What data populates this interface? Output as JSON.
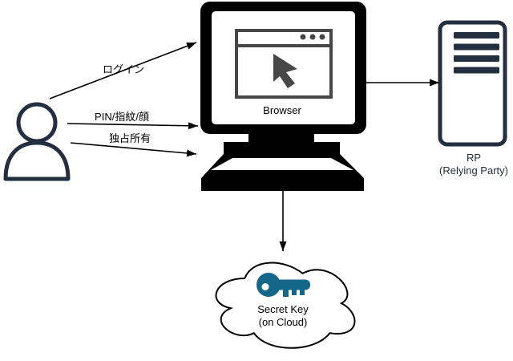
{
  "diagram": {
    "background": "#ffffff",
    "colors": {
      "background": "#ffffff",
      "icon_stroke": "#232F3E",
      "key_fill": "#15678A",
      "browser_glyph": "#474747",
      "monitor_fill": "#000000",
      "line": "#000000",
      "text": "#000000"
    },
    "nodes": {
      "user": {
        "icon": "person-icon"
      },
      "computer": {
        "icon": "monitor-with-browser-icon",
        "label": "Browser"
      },
      "rp": {
        "icon": "server-icon",
        "label_line1": "RP",
        "label_line2": "(Relying Party)"
      },
      "secret_key": {
        "icon": "key-icon",
        "shape": "cloud",
        "label_line1": "Secret Key",
        "label_line2": "(on Cloud)"
      }
    },
    "edges": [
      {
        "id": "login",
        "label": "ログイン",
        "from": "user",
        "to": "computer"
      },
      {
        "id": "pin-fingerprint-face",
        "label": "PIN/指紋/顔",
        "from": "user",
        "to": "computer"
      },
      {
        "id": "exclusive-possession",
        "label": "独占所有",
        "from": "user",
        "to": "computer"
      },
      {
        "id": "computer-to-rp",
        "from": "computer",
        "to": "rp"
      },
      {
        "id": "computer-to-cloud",
        "from": "computer",
        "to": "secret_key"
      }
    ]
  }
}
